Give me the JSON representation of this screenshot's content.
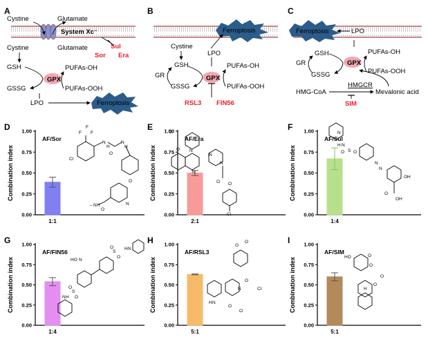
{
  "panels": {
    "A": {
      "letter": "A",
      "labels": {
        "cystine_out": "Cystine",
        "glutamate_out": "Glutamate",
        "system": "System Xc⁻",
        "cystine_in": "Cystine",
        "glutamate_in": "Glutamate",
        "gsh": "GSH",
        "gssg": "GSSG",
        "gpx": "GPX",
        "pufa_oh": "PUFAs-OH",
        "pufa_ooh": "PUFAs-OOH",
        "lpo": "LPO",
        "ferroptosis": "Ferroptosis"
      },
      "inhibitors": [
        "Sul",
        "Sor",
        "Era"
      ]
    },
    "B": {
      "letter": "B",
      "labels": {
        "ferroptosis": "Ferroptosis",
        "lpo": "LPO",
        "cystine": "Cystine",
        "gsh": "GSH",
        "gr": "GR",
        "gssg": "GSSG",
        "gpx": "GPX",
        "pufa_oh": "PUFAs-OH",
        "pufa_ooh": "PUFAs-OOH"
      },
      "inhibitors": [
        "RSL3",
        "FIN56"
      ]
    },
    "C": {
      "letter": "C",
      "labels": {
        "ferroptosis": "Ferroptosis",
        "lpo": "LPO",
        "gsh": "GSH",
        "gr": "GR",
        "gssg": "GSSG",
        "gpx": "GPX",
        "pufa_oh": "PUFAs-OH",
        "pufa_ooh": "PUFAs-OOH",
        "hmgcoa": "HMG-CoA",
        "hmgcr": "HMGCR",
        "mevalonic": "Mevalonic acid"
      },
      "inhibitors": [
        "SIM"
      ]
    }
  },
  "colors": {
    "ferroptosis_burst": "#2b5c8a",
    "gpx_fill": "#f3a7b3",
    "inhibitor": "#e8202a",
    "membrane": "#c9c9c9"
  },
  "chart_data": [
    {
      "panel": "D",
      "type": "bar",
      "title": "AF/Sor",
      "ylabel": "Combination index",
      "ylim": [
        0,
        1.0
      ],
      "yticks": [
        "0.00",
        "0.25",
        "0.50",
        "0.75",
        "1.00"
      ],
      "categories": [
        "1:1"
      ],
      "values": [
        0.39
      ],
      "error": [
        0.06
      ],
      "color": "#8080f0"
    },
    {
      "panel": "E",
      "type": "bar",
      "title": "AF/Era",
      "ylabel": "Combination index",
      "ylim": [
        0,
        1.0
      ],
      "yticks": [
        "0.00",
        "0.25",
        "0.50",
        "0.75",
        "1.00"
      ],
      "categories": [
        "2:1"
      ],
      "values": [
        0.5
      ],
      "error": [
        0.03
      ],
      "color": "#f79a9a"
    },
    {
      "panel": "F",
      "type": "bar",
      "title": "AF/Sul",
      "ylabel": "Combination index",
      "ylim": [
        0,
        1.0
      ],
      "yticks": [
        "0.00",
        "0.25",
        "0.50",
        "0.75",
        "1.00"
      ],
      "categories": [
        "1:4"
      ],
      "values": [
        0.67
      ],
      "error": [
        0.13
      ],
      "color": "#b8e08c"
    },
    {
      "panel": "G",
      "type": "bar",
      "title": "AF/FIN56",
      "ylabel": "Combination index",
      "ylim": [
        0,
        1.0
      ],
      "yticks": [
        "0.00",
        "0.25",
        "0.50",
        "0.75",
        "1.00"
      ],
      "categories": [
        "1:4"
      ],
      "values": [
        0.54
      ],
      "error": [
        0.05
      ],
      "color": "#e38ef0"
    },
    {
      "panel": "H",
      "type": "bar",
      "title": "AF/RSL3",
      "ylabel": "Combination index",
      "ylim": [
        0,
        1.0
      ],
      "yticks": [
        "0.00",
        "0.25",
        "0.50",
        "0.75",
        "1.00"
      ],
      "categories": [
        "5:1"
      ],
      "values": [
        0.63
      ],
      "error": [
        0.005
      ],
      "color": "#f7b96a"
    },
    {
      "panel": "I",
      "type": "bar",
      "title": "AF/SIM",
      "ylabel": "Combination index",
      "ylim": [
        0,
        1.0
      ],
      "yticks": [
        "0.00",
        "0.25",
        "0.50",
        "0.75",
        "1.00"
      ],
      "categories": [
        "5:1"
      ],
      "values": [
        0.6
      ],
      "error": [
        0.05
      ],
      "color": "#b38a5a"
    }
  ],
  "chem_atoms": {
    "D": [
      "F",
      "F",
      "F",
      "Cl",
      "N",
      "H",
      "O",
      "N",
      "H",
      "O",
      "N",
      "O",
      "N",
      "H"
    ],
    "E": [
      "O",
      "O",
      "N",
      "N",
      "N",
      "N",
      "O",
      "O",
      "Cl"
    ],
    "F": [
      "N",
      "H",
      "N",
      "S",
      "O",
      "O",
      "N",
      "N",
      "OH",
      "O",
      "OH"
    ],
    "G": [
      "HO",
      "N",
      "S",
      "O",
      "O",
      "H",
      "N",
      "S",
      "O",
      "O",
      "N",
      "H"
    ],
    "H": [
      "O",
      "O",
      "H",
      "N",
      "N",
      "O",
      "Cl",
      "O",
      "O"
    ],
    "I": [
      "HO",
      "O",
      "O",
      "O",
      "O",
      "H"
    ]
  }
}
